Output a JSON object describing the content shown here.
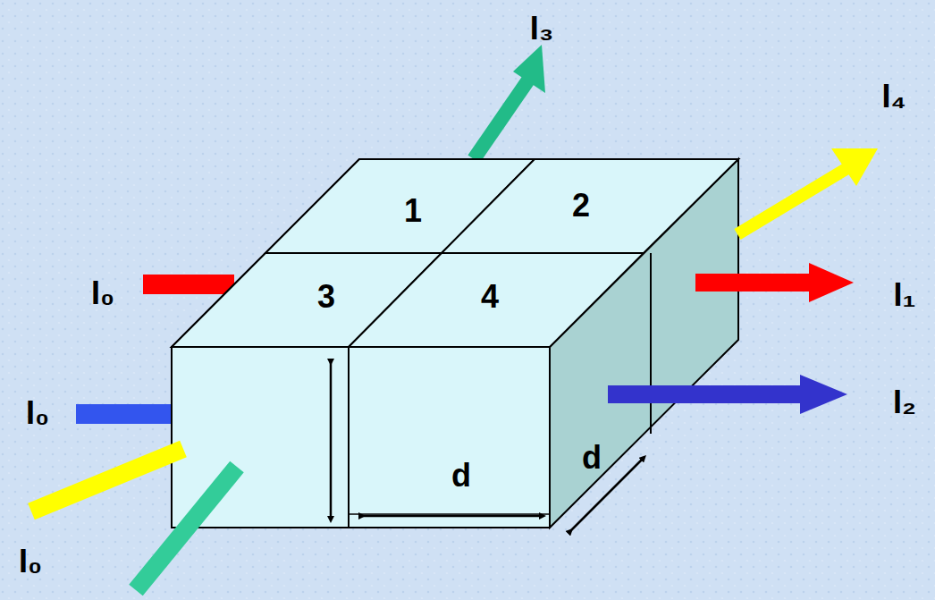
{
  "diagram": {
    "nodes": [
      {
        "text": [
          "1"
        ]
      },
      {
        "text": [
          "2"
        ]
      },
      {
        "text": [
          "3"
        ]
      },
      {
        "text": [
          "4"
        ]
      }
    ],
    "labels": [
      "I₃",
      "I₄",
      "I₀",
      "I₁",
      "I₀",
      "I₂",
      "I₀",
      "d",
      "d"
    ]
  }
}
